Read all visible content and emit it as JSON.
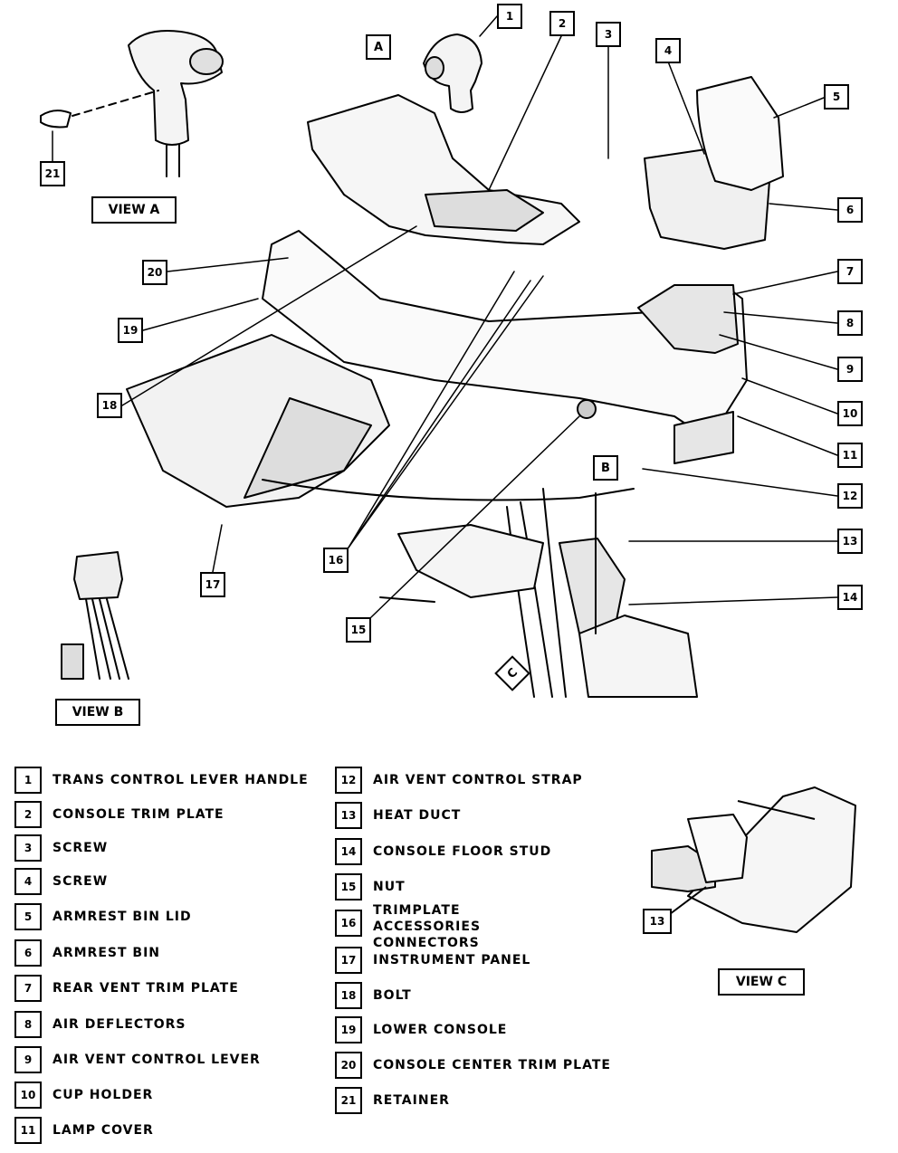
{
  "callouts": [
    "1",
    "2",
    "3",
    "4",
    "5",
    "6",
    "7",
    "8",
    "9",
    "10",
    "11",
    "12",
    "13",
    "14",
    "15",
    "16",
    "17",
    "18",
    "19",
    "20",
    "21"
  ],
  "views": {
    "a": {
      "label": "VIEW A",
      "arrow": "A"
    },
    "b": {
      "label": "VIEW B",
      "arrow": "B"
    },
    "c": {
      "label": "VIEW C",
      "arrow": "C"
    }
  },
  "view_c_callout": "13",
  "legend": [
    {
      "num": "1",
      "text": "TRANS CONTROL LEVER HANDLE"
    },
    {
      "num": "2",
      "text": "CONSOLE TRIM PLATE"
    },
    {
      "num": "3",
      "text": "SCREW"
    },
    {
      "num": "4",
      "text": "SCREW"
    },
    {
      "num": "5",
      "text": "ARMREST BIN LID"
    },
    {
      "num": "6",
      "text": "ARMREST BIN"
    },
    {
      "num": "7",
      "text": "REAR VENT TRIM PLATE"
    },
    {
      "num": "8",
      "text": "AIR DEFLECTORS"
    },
    {
      "num": "9",
      "text": "AIR VENT CONTROL LEVER"
    },
    {
      "num": "10",
      "text": "CUP HOLDER"
    },
    {
      "num": "11",
      "text": "LAMP COVER"
    },
    {
      "num": "12",
      "text": "AIR VENT CONTROL STRAP"
    },
    {
      "num": "13",
      "text": "HEAT DUCT"
    },
    {
      "num": "14",
      "text": "CONSOLE FLOOR STUD"
    },
    {
      "num": "15",
      "text": "NUT"
    },
    {
      "num": "16",
      "text": "TRIMPLATE ACCESSORIES\nCONNECTORS"
    },
    {
      "num": "17",
      "text": "INSTRUMENT PANEL"
    },
    {
      "num": "18",
      "text": "BOLT"
    },
    {
      "num": "19",
      "text": "LOWER CONSOLE"
    },
    {
      "num": "20",
      "text": "CONSOLE CENTER TRIM PLATE"
    },
    {
      "num": "21",
      "text": "RETAINER"
    }
  ]
}
